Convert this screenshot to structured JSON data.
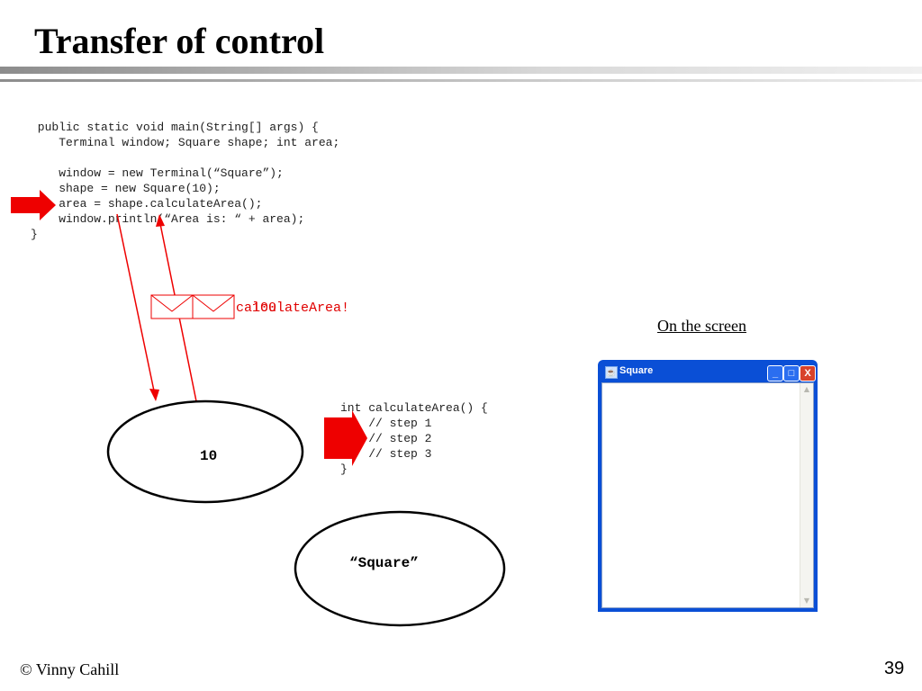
{
  "title": "Transfer of control",
  "main_code": [
    " public static void main(String[] args) {",
    "    Terminal window; Square shape; int area;",
    "",
    "    window = new Terminal(“Square”);",
    "    shape = new Square(10);",
    "    area = shape.calculateArea();",
    "    window.println(“Area is: “ + area);",
    "}"
  ],
  "method_code": [
    "int calculateArea() {",
    "    // step 1",
    "    // step 2",
    "    // step 3",
    "}"
  ],
  "message_text": "calculateArea!",
  "return_value_text": "100",
  "square_object_value": "10",
  "terminal_object_value": "“Square”",
  "screen_label": "On the screen",
  "window_title": "Square",
  "window_buttons": {
    "minimize": "_",
    "maximize": "□",
    "close": "X"
  },
  "footer_author": "© Vinny Cahill",
  "page_number": "39",
  "colors": {
    "arrow": "#ee0000",
    "message": "#e00000",
    "window_frame": "#0a4fd6"
  }
}
